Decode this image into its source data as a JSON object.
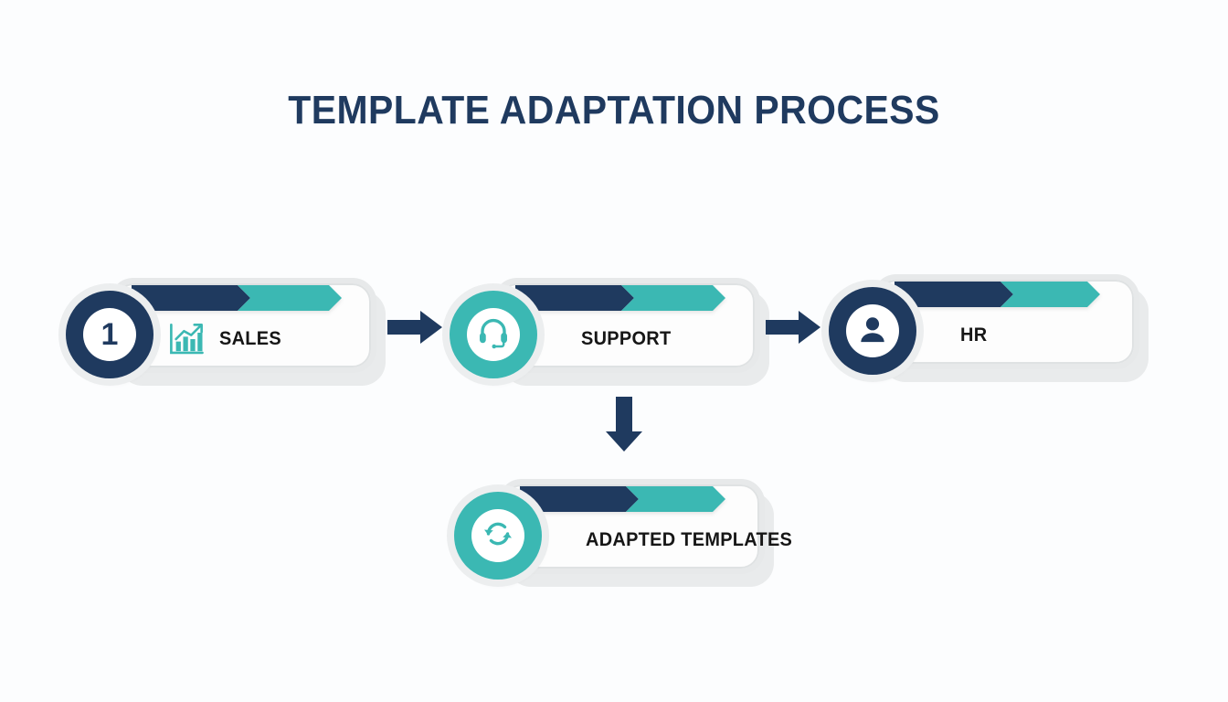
{
  "title": "TEMPLATE ADAPTATION PROCESS",
  "colors": {
    "navy": "#1f3a5f",
    "teal": "#3bb8b3",
    "card_border": "#e7e9ea",
    "halo": "#e9ebec",
    "background": "#fcfdfe",
    "label_text": "#161616"
  },
  "nodes": [
    {
      "id": "sales",
      "label": "SALES",
      "badge_type": "number",
      "badge_value": "1",
      "badge_color": "navy",
      "badge_icon": "",
      "inline_icon": "bar-chart-growth-icon",
      "ribbon": {
        "navy_width": 130,
        "teal_width": 100
      }
    },
    {
      "id": "support",
      "label": "SUPPORT",
      "badge_type": "icon",
      "badge_value": "",
      "badge_color": "teal",
      "badge_icon": "headset-icon",
      "inline_icon": "",
      "ribbon": {
        "navy_width": 130,
        "teal_width": 100
      }
    },
    {
      "id": "hr",
      "label": "HR",
      "badge_type": "icon",
      "badge_value": "",
      "badge_color": "navy",
      "badge_icon": "user-person-icon",
      "inline_icon": "",
      "ribbon": {
        "navy_width": 130,
        "teal_width": 95
      }
    },
    {
      "id": "adapted-templates",
      "label": "ADAPTED TEMPLATES",
      "badge_type": "icon",
      "badge_value": "",
      "badge_color": "teal",
      "badge_icon": "sync-refresh-icon",
      "inline_icon": "",
      "ribbon": {
        "navy_width": 130,
        "teal_width": 95
      }
    }
  ],
  "connectors": [
    {
      "id": "sales-to-support",
      "direction": "right",
      "from": "sales",
      "to": "support"
    },
    {
      "id": "support-to-hr",
      "direction": "right",
      "from": "support",
      "to": "hr"
    },
    {
      "id": "support-to-adapted",
      "direction": "down",
      "from": "support",
      "to": "adapted-templates"
    }
  ]
}
